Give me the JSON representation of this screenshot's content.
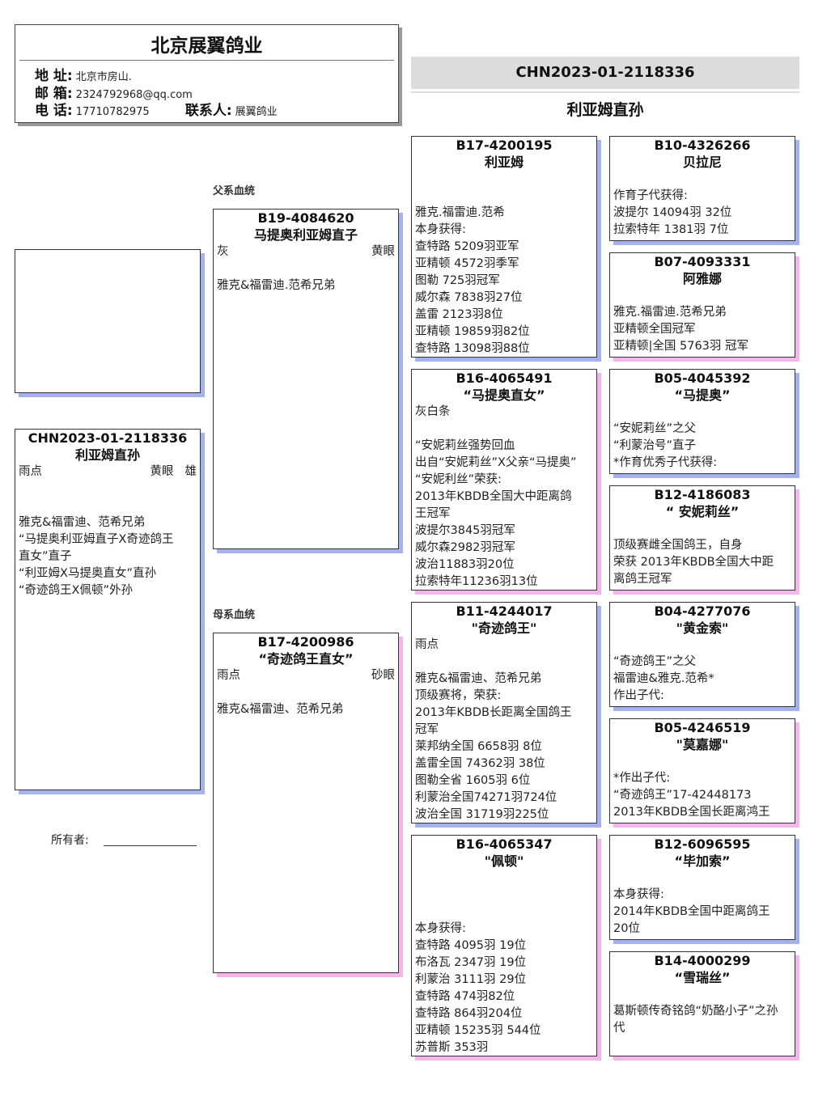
{
  "header": {
    "company": "北京展翼鸽业",
    "address_label": "地 址:",
    "address": "北京市房山.",
    "email_label": "邮 箱:",
    "email": "2324792968@qq.com",
    "phone_label": "电 话:",
    "phone": "17710782975",
    "contact_label": "联系人:",
    "contact": "展翼鸽业"
  },
  "title_bar": {
    "ring": "CHN2023-01-2118336",
    "name": "利亚姆直孙"
  },
  "sections": {
    "sire": "父系血统",
    "dam": "母系血统"
  },
  "owner": {
    "label": "所有者:"
  },
  "subject": {
    "id": "CHN2023-01-2118336",
    "name": "利亚姆直孙",
    "color": "雨点",
    "traits": [
      "黄眼",
      "雄"
    ],
    "lines": [
      "",
      "",
      "雅克&福雷迪、范希兄弟",
      "“马提奥利亚姆直子X奇迹鸽王",
      "直女”直子",
      "“利亚姆X马提奥直女”直孙",
      "“奇迹鸽王X佩顿”外孙"
    ]
  },
  "sire": {
    "id": "B19-4084620",
    "name": "马提奥利亚姆直子",
    "color": "灰",
    "traits": [
      "黄眼"
    ],
    "lines": [
      "",
      "雅克&福雷迪.范希兄弟"
    ]
  },
  "dam": {
    "id": "B17-4200986",
    "name": "“奇迹鸽王直女”",
    "color": "雨点",
    "traits": [
      "砂眼"
    ],
    "lines": [
      "",
      "雅克&福雷迪、范希兄弟"
    ]
  },
  "grandparents": [
    {
      "id": "B17-4200195",
      "name": "利亚姆",
      "lines": [
        "",
        "",
        "雅克.福雷迪.范希",
        "本身获得:",
        "查特路 5209羽亚军",
        "亚精顿 4572羽季军",
        "图勒   725羽冠军",
        "威尔森 7838羽27位",
        "盖雷  2123羽8位",
        "亚精顿 19859羽82位",
        "查特路 13098羽88位"
      ]
    },
    {
      "id": "B16-4065491",
      "name": "“马提奥直女”",
      "lines": [
        "灰白条",
        "",
        "“安妮莉丝强势回血",
        "出自“安妮莉丝”X父亲“马提奥”",
        "“安妮利丝”荣获:",
        "2013年KBDB全国大中距离鸽",
        "王冠军",
        "波提尔3845羽冠军",
        "威尔森2982羽冠军",
        "波治11883羽20位",
        "拉索特年11236羽13位"
      ]
    },
    {
      "id": "B11-4244017",
      "name": "\"奇迹鸽王\"",
      "lines": [
        "雨点",
        "",
        "雅克&福雷迪、范希兄弟",
        "顶级赛将，荣获:",
        "2013年KBDB长距离全国鸽王",
        "冠军",
        "莱邦纳全国 6658羽 8位",
        "盖雷全国 74362羽 38位",
        "图勒全省 1605羽 6位",
        "利蒙治全国74271羽724位",
        "波治全国 31719羽225位"
      ]
    },
    {
      "id": "B16-4065347",
      "name": "\"佩顿\"",
      "lines": [
        "",
        "",
        "",
        "本身获得:",
        "查特路 4095羽 19位",
        "布洛瓦 2347羽 19位",
        "利蒙治 3111羽 29位",
        "查特路 474羽82位",
        "查特路 864羽204位",
        "亚精顿 15235羽 544位",
        "苏普斯 353羽"
      ]
    }
  ],
  "great_grandparents": [
    {
      "id": "B10-4326266",
      "name": "贝拉尼",
      "lines": [
        "",
        "作育子代获得:",
        "波提尔 14094羽 32位",
        "拉索特年 1381羽 7位"
      ]
    },
    {
      "id": "B07-4093331",
      "name": "阿雅娜",
      "lines": [
        "",
        "雅克.福雷迪.范希兄弟",
        "亚精顿全国冠军",
        "亚精顿|全国 5763羽 冠军"
      ]
    },
    {
      "id": "B05-4045392",
      "name": "“马提奥”",
      "lines": [
        "",
        "“安妮莉丝”之父",
        "“利蒙治号”直子",
        "*作育优秀子代获得:"
      ]
    },
    {
      "id": "B12-4186083",
      "name": "“ 安妮莉丝”",
      "lines": [
        "",
        " 顶级赛雌全国鸽王，自身",
        "荣获 2013年KBDB全国大中距",
        "离鸽王冠军"
      ]
    },
    {
      "id": "B04-4277076",
      "name": "\"黄金索\"",
      "lines": [
        "",
        "“奇迹鸽王”之父",
        "福雷迪&雅克.范希*",
        "作出子代:"
      ]
    },
    {
      "id": "B05-4246519",
      "name": "\"莫嘉娜\"",
      "lines": [
        "",
        "*作出子代:",
        "“奇迹鸽王”17-42448173",
        "2013年KBDB全国长距离鸿王"
      ]
    },
    {
      "id": "B12-6096595",
      "name": "“毕加索”",
      "lines": [
        "",
        "本身获得:",
        "2014年KBDB全国中距离鸽王",
        "20位"
      ]
    },
    {
      "id": "B14-4000299",
      "name": "“雪瑞丝”",
      "lines": [
        "",
        "葛斯顿传奇铭鸽“奶酪小子”之孙",
        "代"
      ]
    }
  ],
  "colors": {
    "male_shadow": "#a6b2ee",
    "female_shadow": "#f2b6ea",
    "title_bar": "#dcdcdc"
  }
}
